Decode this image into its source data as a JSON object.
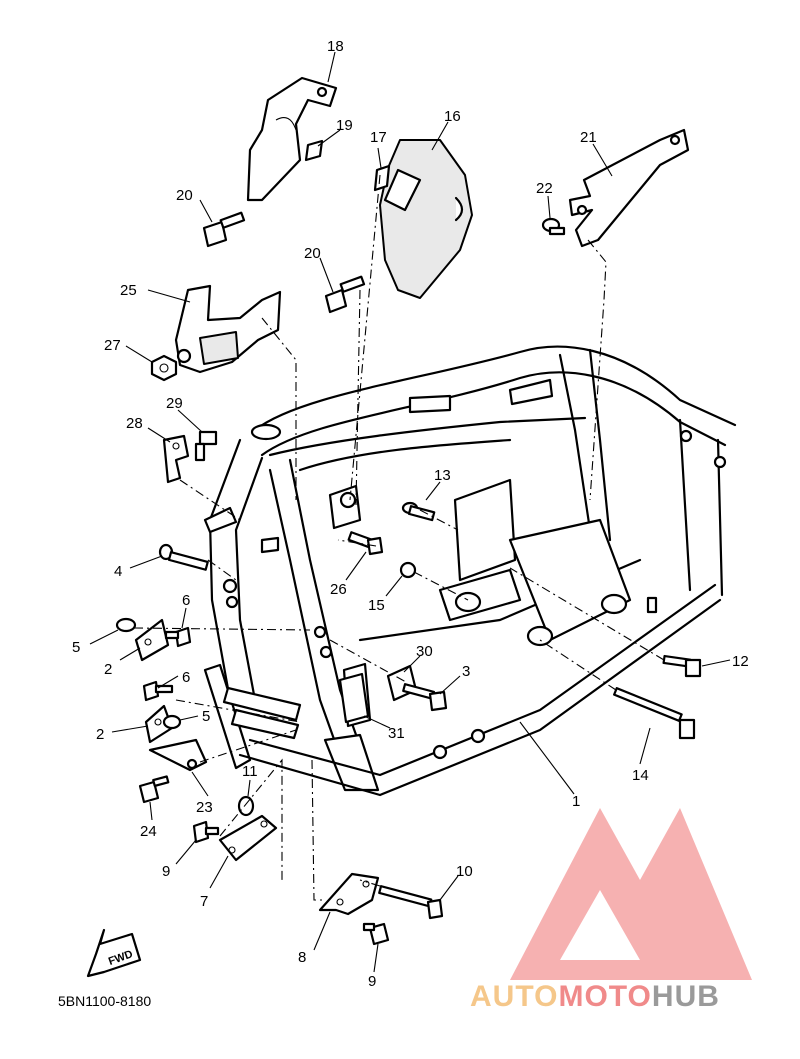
{
  "diagram": {
    "part_code": "5BN1100-8180",
    "fwd_label": "FWD",
    "callouts": [
      "1",
      "2",
      "2",
      "3",
      "4",
      "5",
      "5",
      "6",
      "6",
      "7",
      "8",
      "9",
      "9",
      "10",
      "11",
      "12",
      "13",
      "14",
      "15",
      "16",
      "17",
      "18",
      "19",
      "20",
      "20",
      "21",
      "22",
      "23",
      "24",
      "25",
      "26",
      "27",
      "28",
      "29",
      "30",
      "31"
    ]
  },
  "watermark": {
    "part1": "AUTO",
    "part2": "MOTO",
    "part3": "HUB",
    "color1": "#f5c78a",
    "color2": "#f08a8a",
    "color3": "#9a9a9a",
    "logo_color": "#f28c8c"
  }
}
